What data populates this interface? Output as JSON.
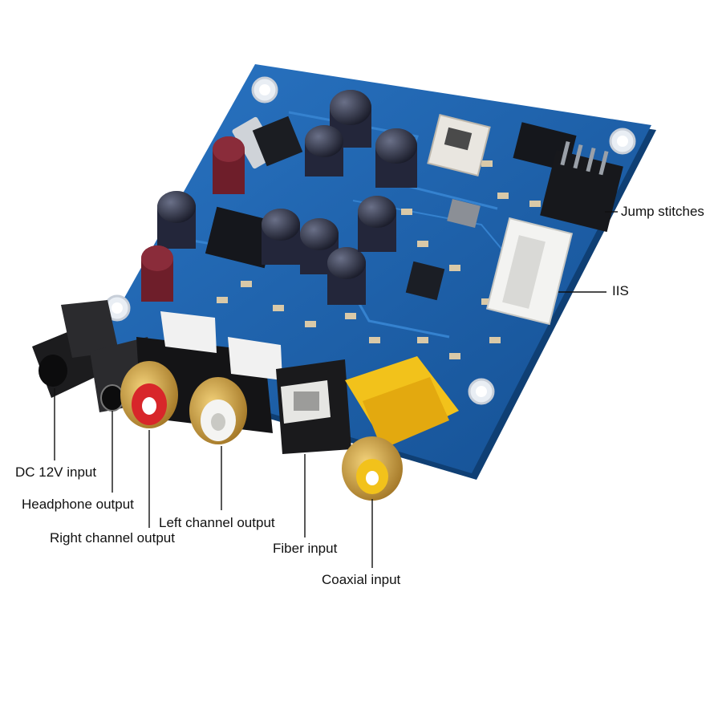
{
  "callouts": {
    "dc_input": "DC 12V input",
    "headphone_output": "Headphone output",
    "right_channel_output": "Right channel output",
    "left_channel_output": "Left channel output",
    "fiber_input": "Fiber input",
    "coaxial_input": "Coaxial input",
    "jump_stitches": "Jump stitches",
    "iis": "IIS"
  },
  "colors": {
    "pcb": "#1c5fa8",
    "pcb_edge": "#124a86",
    "pcb_trace": "#2a73c0",
    "rca_red": "#d8262a",
    "rca_white": "#f2f2f2",
    "rca_gold": "#c99a3c",
    "coax_yellow": "#f2c21b",
    "connector_white": "#ececec",
    "capacitor_dark": "#23263a",
    "capacitor_maroon": "#6e1e2a",
    "leader_line": "#111111"
  }
}
